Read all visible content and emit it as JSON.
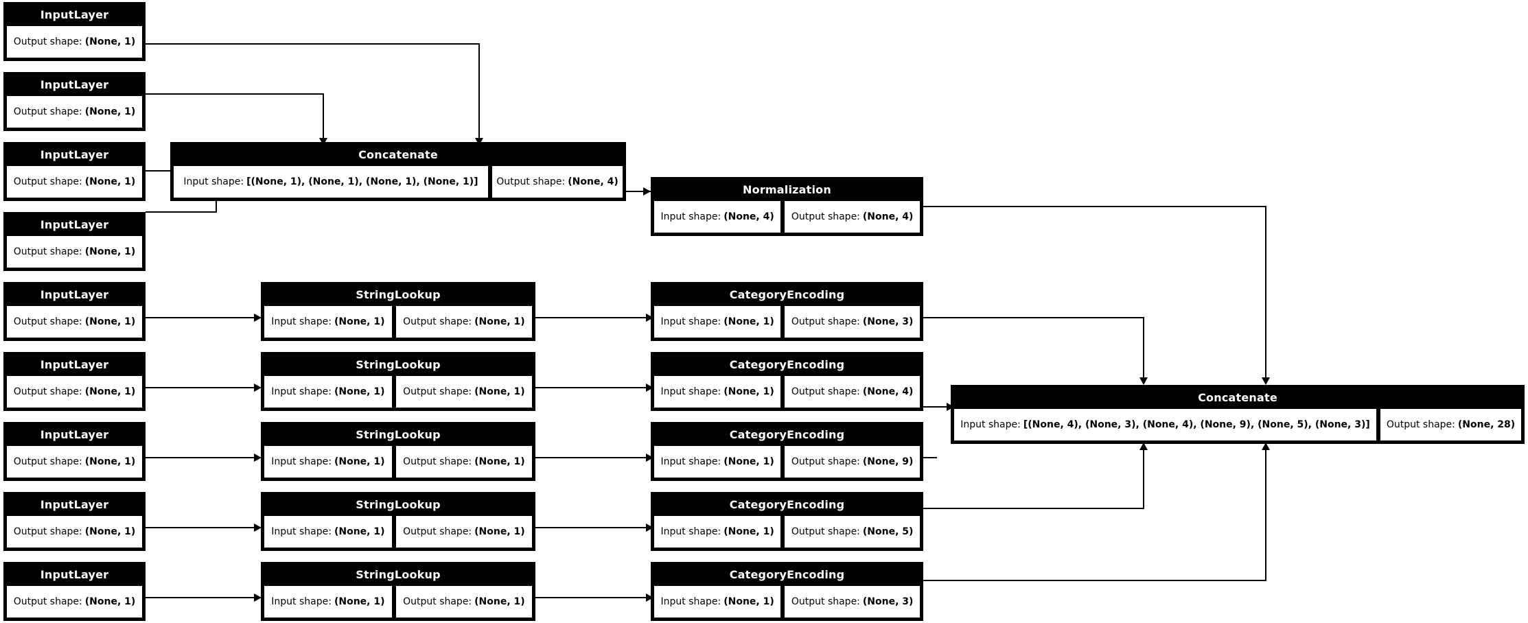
{
  "diagram": {
    "type": "keras-model-plot",
    "title": "Keras functional model architecture (preprocessing graph)",
    "labels": {
      "input_shape": "Input shape:",
      "output_shape": "Output shape:"
    },
    "nodes": [
      {
        "id": "input_1",
        "layer_type": "InputLayer",
        "output_shape": "(None, 1)"
      },
      {
        "id": "input_2",
        "layer_type": "InputLayer",
        "output_shape": "(None, 1)"
      },
      {
        "id": "input_3",
        "layer_type": "InputLayer",
        "output_shape": "(None, 1)"
      },
      {
        "id": "input_4",
        "layer_type": "InputLayer",
        "output_shape": "(None, 1)"
      },
      {
        "id": "concat_numeric",
        "layer_type": "Concatenate",
        "input_shape": "[(None, 1), (None, 1), (None, 1), (None, 1)]",
        "output_shape": "(None, 4)"
      },
      {
        "id": "normalization",
        "layer_type": "Normalization",
        "input_shape": "(None, 4)",
        "output_shape": "(None, 4)"
      },
      {
        "id": "input_5",
        "layer_type": "InputLayer",
        "output_shape": "(None, 1)"
      },
      {
        "id": "stringlookup_1",
        "layer_type": "StringLookup",
        "input_shape": "(None, 1)",
        "output_shape": "(None, 1)"
      },
      {
        "id": "catencoding_1",
        "layer_type": "CategoryEncoding",
        "input_shape": "(None, 1)",
        "output_shape": "(None, 3)"
      },
      {
        "id": "input_6",
        "layer_type": "InputLayer",
        "output_shape": "(None, 1)"
      },
      {
        "id": "stringlookup_2",
        "layer_type": "StringLookup",
        "input_shape": "(None, 1)",
        "output_shape": "(None, 1)"
      },
      {
        "id": "catencoding_2",
        "layer_type": "CategoryEncoding",
        "input_shape": "(None, 1)",
        "output_shape": "(None, 4)"
      },
      {
        "id": "input_7",
        "layer_type": "InputLayer",
        "output_shape": "(None, 1)"
      },
      {
        "id": "stringlookup_3",
        "layer_type": "StringLookup",
        "input_shape": "(None, 1)",
        "output_shape": "(None, 1)"
      },
      {
        "id": "catencoding_3",
        "layer_type": "CategoryEncoding",
        "input_shape": "(None, 1)",
        "output_shape": "(None, 9)"
      },
      {
        "id": "input_8",
        "layer_type": "InputLayer",
        "output_shape": "(None, 1)"
      },
      {
        "id": "stringlookup_4",
        "layer_type": "StringLookup",
        "input_shape": "(None, 1)",
        "output_shape": "(None, 1)"
      },
      {
        "id": "catencoding_4",
        "layer_type": "CategoryEncoding",
        "input_shape": "(None, 1)",
        "output_shape": "(None, 5)"
      },
      {
        "id": "input_9",
        "layer_type": "InputLayer",
        "output_shape": "(None, 1)"
      },
      {
        "id": "stringlookup_5",
        "layer_type": "StringLookup",
        "input_shape": "(None, 1)",
        "output_shape": "(None, 1)"
      },
      {
        "id": "catencoding_5",
        "layer_type": "CategoryEncoding",
        "input_shape": "(None, 1)",
        "output_shape": "(None, 3)"
      },
      {
        "id": "concat_all",
        "layer_type": "Concatenate",
        "input_shape": "[(None, 4), (None, 3), (None, 4), (None, 9), (None, 5), (None, 3)]",
        "output_shape": "(None, 28)"
      }
    ],
    "colors": {
      "node_header_bg": "#000000",
      "node_header_text": "#ffffff",
      "cell_bg": "#ffffff",
      "cell_text": "#000000",
      "edge": "#000000",
      "canvas_bg": "#ffffff"
    }
  }
}
